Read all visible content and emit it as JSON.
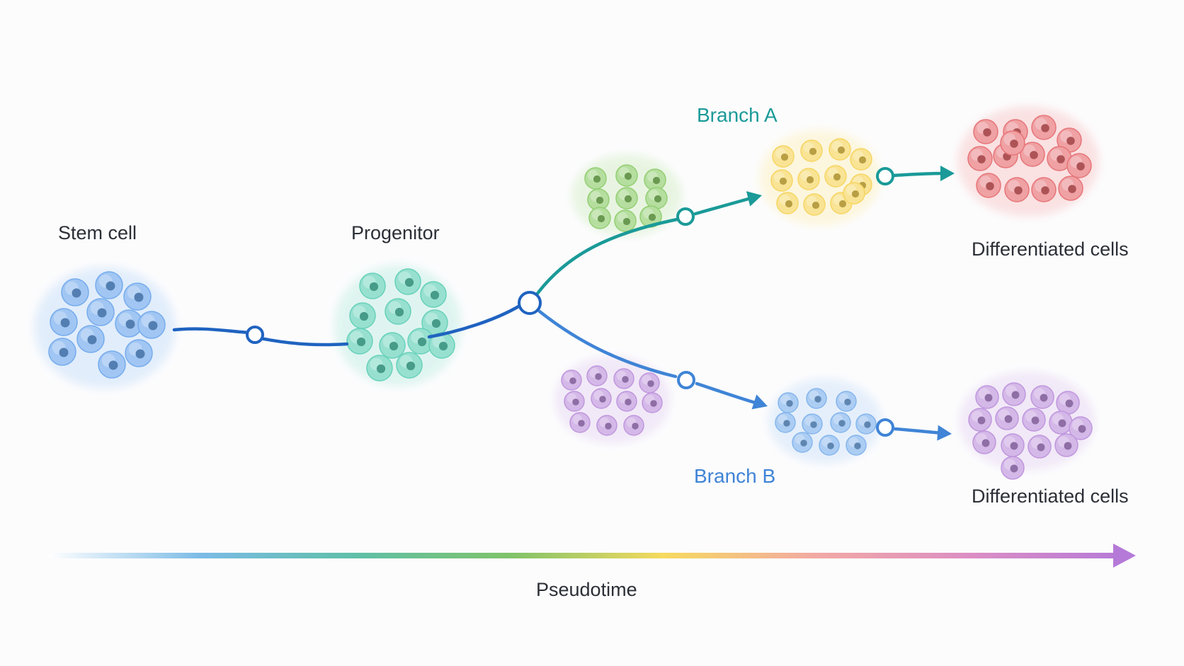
{
  "labels": {
    "stem": "Stem cell",
    "progenitor": "Progenitor",
    "branch_a": "Branch A",
    "branch_b": "Branch B",
    "differentiated_a": "Differentiated cells",
    "differentiated_b": "Differentiated cells",
    "axis": "Pseudotime"
  },
  "colors": {
    "trunk": "#1f63c0",
    "branch_a": "#1a9a98",
    "branch_b": "#3f84d6",
    "label_text": "#2b2f36",
    "stem_cell": "#6fa8ec",
    "progenitor_cell": "#5fcfb6",
    "green_cell": "#8dcc6c",
    "yellow_cell": "#f6d45a",
    "red_cell": "#e66e72",
    "purple_cell": "#bd92dc",
    "blue_cell": "#7fb2ec",
    "axis_gradient": [
      "#ffffff",
      "#7bbbe6",
      "#5fc0a8",
      "#7fc36a",
      "#f6da5e",
      "#f2a9a4",
      "#dc8ec4",
      "#b57ad8"
    ]
  },
  "clusters": [
    {
      "name": "stem-cell-cluster",
      "color_key": "stem_cell"
    },
    {
      "name": "progenitor-cluster",
      "color_key": "progenitor_cell"
    },
    {
      "name": "branch-a-early-cluster",
      "color_key": "green_cell"
    },
    {
      "name": "branch-b-early-cluster",
      "color_key": "purple_cell"
    },
    {
      "name": "branch-a-intermediate-cluster",
      "color_key": "yellow_cell"
    },
    {
      "name": "branch-b-intermediate-cluster",
      "color_key": "blue_cell"
    },
    {
      "name": "branch-a-differentiated-cluster",
      "color_key": "red_cell"
    },
    {
      "name": "branch-b-differentiated-cluster",
      "color_key": "purple_cell"
    }
  ]
}
